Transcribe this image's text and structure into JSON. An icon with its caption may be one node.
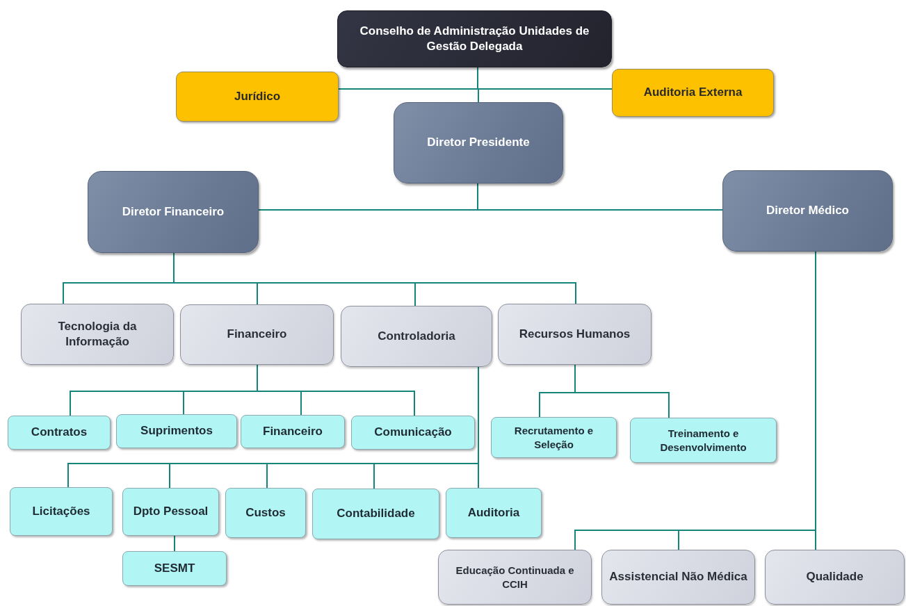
{
  "diagram": {
    "nodes": [
      {
        "text": [
          "Conselho de Administração Unidades de Gestão Delegada"
        ]
      },
      {
        "text": [
          "Jurídico"
        ]
      },
      {
        "text": [
          "Auditoria Externa"
        ]
      },
      {
        "text": [
          "Diretor Presidente"
        ]
      },
      {
        "text": [
          "Diretor Financeiro"
        ]
      },
      {
        "text": [
          "Diretor Médico"
        ]
      },
      {
        "text": [
          "Tecnologia da Informação"
        ]
      },
      {
        "text": [
          "Financeiro"
        ]
      },
      {
        "text": [
          "Controladoria"
        ]
      },
      {
        "text": [
          "Recursos Humanos"
        ]
      },
      {
        "text": [
          "Contratos"
        ]
      },
      {
        "text": [
          "Suprimentos"
        ]
      },
      {
        "text": [
          "Financeiro"
        ]
      },
      {
        "text": [
          "Comunicação"
        ]
      },
      {
        "text": [
          "Recrutamento e Seleção"
        ]
      },
      {
        "text": [
          "Treinamento e Desenvolvimento"
        ]
      },
      {
        "text": [
          "Licitações"
        ]
      },
      {
        "text": [
          "Dpto Pessoal"
        ]
      },
      {
        "text": [
          "Custos"
        ]
      },
      {
        "text": [
          "Contabilidade"
        ]
      },
      {
        "text": [
          "Auditoria"
        ]
      },
      {
        "text": [
          "SESMT"
        ]
      },
      {
        "text": [
          "Educação Continuada e CCIH"
        ]
      },
      {
        "text": [
          "Assistencial Não Médica"
        ]
      },
      {
        "text": [
          "Qualidade"
        ]
      }
    ],
    "edges": [
      {
        "from": 0,
        "to": 1,
        "arrow": "none"
      },
      {
        "from": 0,
        "to": 2,
        "arrow": "none"
      },
      {
        "from": 0,
        "to": 3,
        "arrow": "none"
      },
      {
        "from": 3,
        "to": 4,
        "arrow": "none"
      },
      {
        "from": 3,
        "to": 5,
        "arrow": "none"
      },
      {
        "from": 4,
        "to": 6,
        "arrow": "none"
      },
      {
        "from": 4,
        "to": 7,
        "arrow": "none"
      },
      {
        "from": 4,
        "to": 8,
        "arrow": "none"
      },
      {
        "from": 4,
        "to": 9,
        "arrow": "none"
      },
      {
        "from": 7,
        "to": 10,
        "arrow": "none"
      },
      {
        "from": 7,
        "to": 11,
        "arrow": "none"
      },
      {
        "from": 7,
        "to": 12,
        "arrow": "none"
      },
      {
        "from": 7,
        "to": 13,
        "arrow": "none"
      },
      {
        "from": 9,
        "to": 14,
        "arrow": "none"
      },
      {
        "from": 9,
        "to": 15,
        "arrow": "none"
      },
      {
        "from": 8,
        "to": 16,
        "arrow": "none"
      },
      {
        "from": 8,
        "to": 17,
        "arrow": "none"
      },
      {
        "from": 8,
        "to": 18,
        "arrow": "none"
      },
      {
        "from": 8,
        "to": 19,
        "arrow": "none"
      },
      {
        "from": 8,
        "to": 20,
        "arrow": "none"
      },
      {
        "from": 17,
        "to": 21,
        "arrow": "none"
      },
      {
        "from": 5,
        "to": 22,
        "arrow": "none"
      },
      {
        "from": 5,
        "to": 23,
        "arrow": "none"
      },
      {
        "from": 5,
        "to": 24,
        "arrow": "none"
      }
    ]
  }
}
